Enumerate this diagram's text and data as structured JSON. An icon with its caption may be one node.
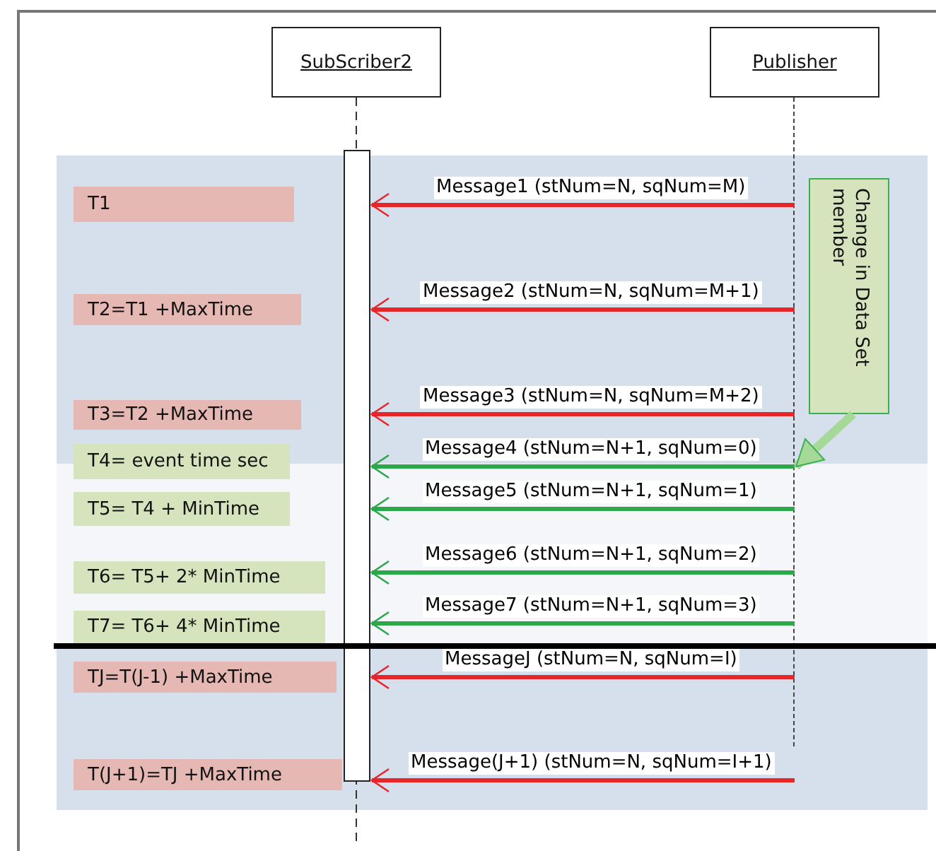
{
  "diagram": {
    "nodes": [
      {
        "text": [
          "SubScriber2"
        ]
      },
      {
        "text": [
          "Publisher"
        ]
      },
      {
        "text": [],
        "shape": "bar"
      },
      {
        "text": [],
        "shape": "line"
      },
      {
        "text": [
          "Change in Data Set member"
        ]
      },
      {
        "text": [
          "T1"
        ]
      },
      {
        "text": [
          "T2=T1 +MaxTime"
        ]
      },
      {
        "text": [
          "T3=T2 +MaxTime"
        ]
      },
      {
        "text": [
          "T4= event time sec"
        ]
      },
      {
        "text": [
          "T5= T4 + MinTime"
        ]
      },
      {
        "text": [
          "T6= T5+ 2* MinTime"
        ]
      },
      {
        "text": [
          "T7= T6+ 4* MinTime"
        ]
      },
      {
        "text": [
          "TJ=T(J-1) +MaxTime"
        ]
      },
      {
        "text": [
          "T(J+1)=TJ +MaxTime"
        ]
      }
    ],
    "edges": [
      {
        "from": 3,
        "to": 2,
        "arrow": "to",
        "label": "Message1 (stNum=N, sqNum=M)"
      },
      {
        "from": 3,
        "to": 2,
        "arrow": "to",
        "label": "Message2 (stNum=N, sqNum=M+1)"
      },
      {
        "from": 3,
        "to": 2,
        "arrow": "to",
        "label": "Message3 (stNum=N, sqNum=M+2)"
      },
      {
        "from": 3,
        "to": 2,
        "arrow": "to",
        "label": "Message4 (stNum=N+1, sqNum=0)",
        "color": "#2aa84a"
      },
      {
        "from": 3,
        "to": 2,
        "arrow": "to",
        "label": "Message5 (stNum=N+1, sqNum=1)",
        "color": "#2aa84a"
      },
      {
        "from": 3,
        "to": 2,
        "arrow": "to",
        "label": "Message6 (stNum=N+1, sqNum=2)",
        "color": "#2aa84a"
      },
      {
        "from": 3,
        "to": 2,
        "arrow": "to",
        "label": "Message7 (stNum=N+1, sqNum=3)",
        "color": "#2aa84a"
      },
      {
        "from": 3,
        "to": 2,
        "arrow": "to",
        "label": "MessageJ (stNum=N, sqNum=I)"
      },
      {
        "from": 3,
        "to": 2,
        "arrow": "to",
        "label": "Message(J+1) (stNum=N, sqNum=I+1)"
      },
      {
        "from": 4,
        "to": 3,
        "arrow": "to",
        "style": "thick",
        "color": "#a6d89a"
      }
    ]
  }
}
